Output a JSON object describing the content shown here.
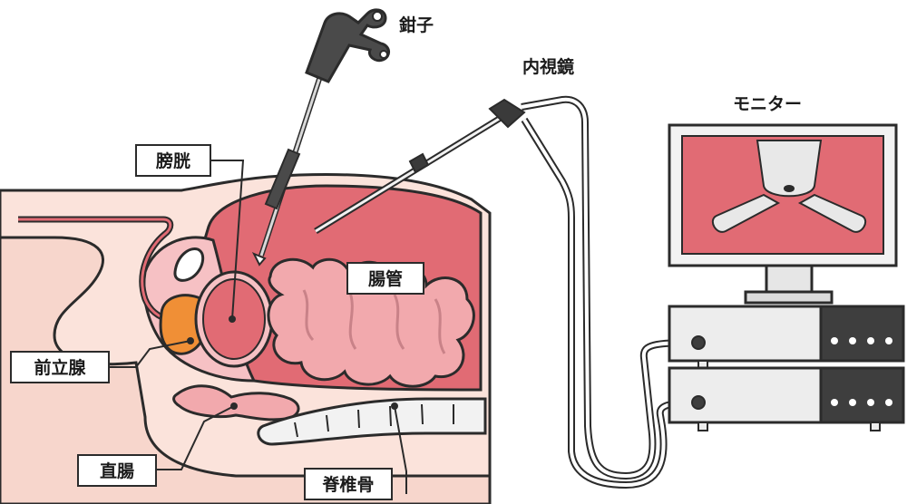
{
  "labels": {
    "forceps": "鉗子",
    "endoscope": "内視鏡",
    "monitor": "モニター",
    "bladder": "膀胱",
    "intestine": "腸管",
    "prostate": "前立腺",
    "rectum": "直腸",
    "spine": "脊椎骨"
  },
  "colors": {
    "outline": "#2b2b2b",
    "skin": "#fbe3db",
    "cavity": "#e16b74",
    "cavity_light": "#f6c1c4",
    "intestine": "#f2a9ad",
    "prostate": "#f08f36",
    "bone": "#f2f2f2",
    "instrument": "#4a4a4a",
    "device_panel": "#3e3e3e",
    "device_body": "#ededed"
  }
}
